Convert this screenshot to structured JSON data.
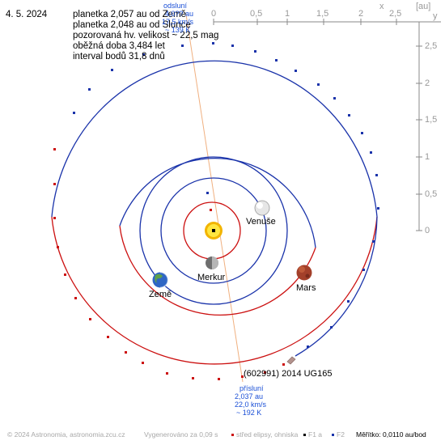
{
  "header": {
    "date": "4. 5. 2024",
    "info_lines": [
      "planetka 2,057 au od Země",
      "planetka 2,048 au od Slunce",
      "pozorovaná hv. velikost ~ 22,5 mag",
      "oběžná doba 3,484 let",
      "interval bodů 31,8 dnů"
    ]
  },
  "top_axis": {
    "ticks": [
      "0",
      "0,5",
      "1",
      "1,5",
      "2",
      "2,5"
    ],
    "axis_label": "x",
    "unit": "[au]"
  },
  "right_axis": {
    "ticks": [
      "2,5",
      "2",
      "1,5",
      "1",
      "0,5",
      "0"
    ],
    "axis_label": "y"
  },
  "aphelion": {
    "label": "odsluní",
    "lines": [
      "4,0?? au",
      "17,5 km/s",
      "~ 139 K"
    ]
  },
  "perihelion": {
    "label": "přísluní",
    "lines": [
      "2,037 au",
      "22,0 km/s",
      "~ 192 K"
    ]
  },
  "asteroid": {
    "name": "(602991) 2014 UG165"
  },
  "planets": {
    "mercury": "Merkur",
    "venus": "Venuše",
    "earth": "Země",
    "mars": "Mars"
  },
  "footer": {
    "copyright": "© 2024 Astronomia, astronomia.zcu.cz",
    "generated": "Vygenerováno za 0,09 s",
    "legend_center": "střed elipsy, ohniska",
    "legend_f1": "F1 a",
    "legend_f2": "F2",
    "scale": "Měřítko: 0,0110 au/bod"
  },
  "colors": {
    "orbit_red": "#cc1111",
    "orbit_blue": "#1a33aa",
    "axis_gray": "#8a8a8a",
    "apsis_line": "#f0b080",
    "label_blue": "#1a4fd6"
  }
}
